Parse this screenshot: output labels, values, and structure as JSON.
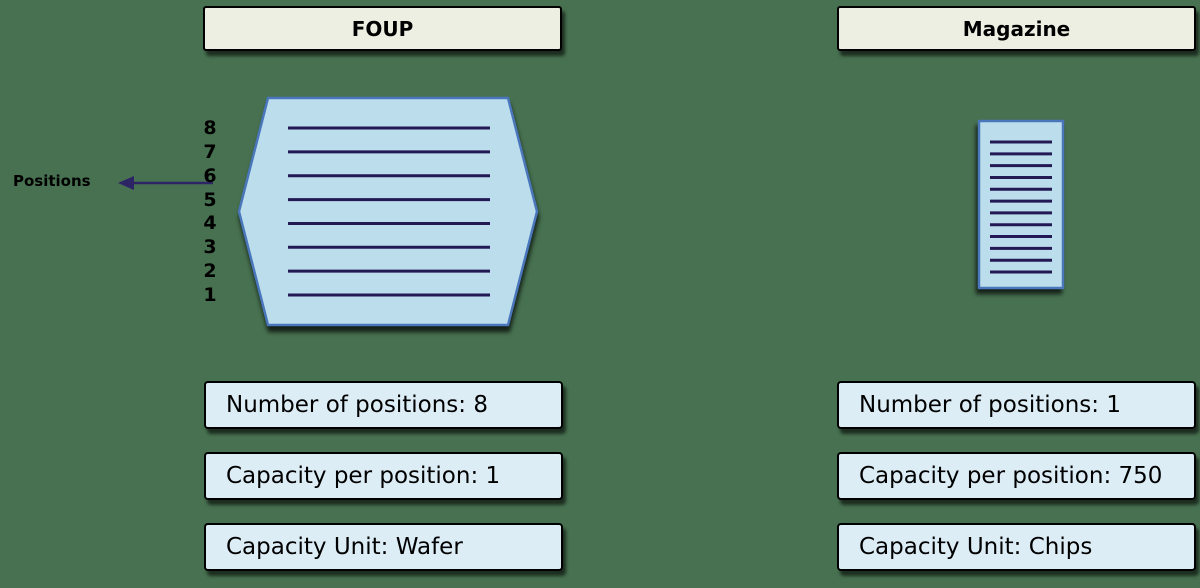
{
  "colors": {
    "background": "#477150",
    "header_fill": "#edefe2",
    "info_fill": "#dcedf6",
    "carrier_fill": "#bcdeec",
    "carrier_stroke": "#4a77bb",
    "slot_line": "#231a55",
    "arrow": "#2d2465",
    "text": "#000000",
    "border": "#000000"
  },
  "foup": {
    "title": "FOUP",
    "positions_label": "Positions",
    "position_labels": [
      "8",
      "7",
      "6",
      "5",
      "4",
      "3",
      "2",
      "1"
    ],
    "graphic": {
      "line_count": 8
    },
    "info": [
      "Number of positions: 8",
      "Capacity per position: 1",
      "Capacity Unit: Wafer"
    ]
  },
  "magazine": {
    "title": "Magazine",
    "graphic": {
      "line_count": 12
    },
    "info": [
      "Number of positions: 1",
      "Capacity per position: 750",
      "Capacity Unit: Chips"
    ]
  }
}
